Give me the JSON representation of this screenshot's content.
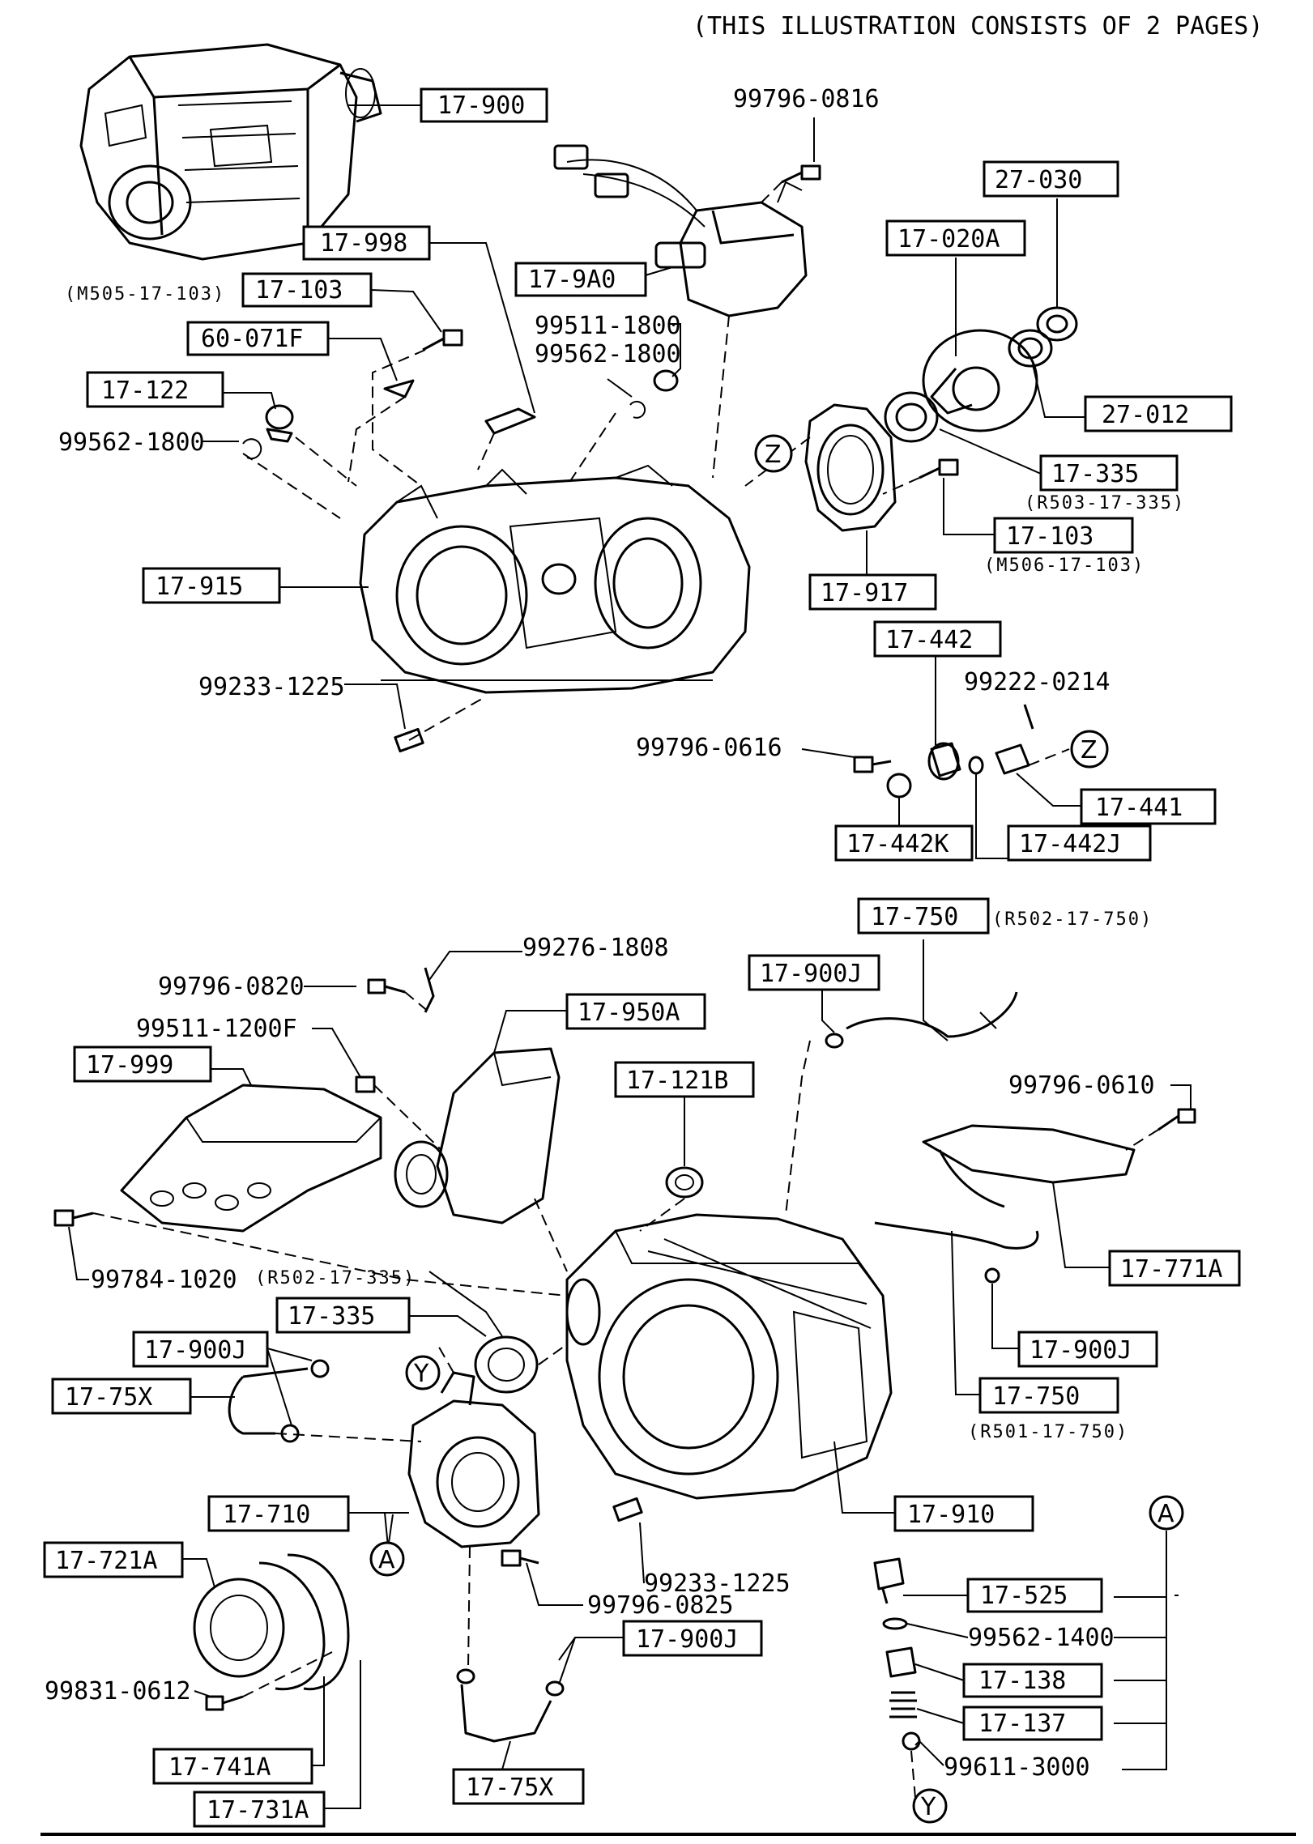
{
  "header": {
    "note": "(THIS ILLUSTRATION CONSISTS OF  2 PAGES)"
  },
  "labels": {
    "p17_900": "17-900",
    "p99796_0816": "99796-0816",
    "p17_998": "17-998",
    "p17_9A0": "17-9A0",
    "p27_030": "27-030",
    "p17_020A": "17-020A",
    "ref_m505": "(M505-17-103)",
    "p17_103a": "17-103",
    "p60_071F": "60-071F",
    "p99511_1800": "99511-1800",
    "p99562_1800a": "99562-1800",
    "p17_122": "17-122",
    "p99562_1800b": "99562-1800",
    "p27_012": "27-012",
    "p17_335a": "17-335",
    "ref_r503": "(R503-17-335)",
    "p17_103b": "17-103",
    "ref_m506": "(M506-17-103)",
    "p17_915": "17-915",
    "p17_917": "17-917",
    "p17_442": "17-442",
    "p99222_0214": "99222-0214",
    "p99233_1225a": "99233-1225",
    "p99796_0616": "99796-0616",
    "p17_441": "17-441",
    "p17_442K": "17-442K",
    "p17_442J": "17-442J",
    "p17_750a": "17-750",
    "ref_r502_750": "(R502-17-750)",
    "p99276_1808": "99276-1808",
    "p99796_0820": "99796-0820",
    "p17_900Ja": "17-900J",
    "p17_950A": "17-950A",
    "p99511_1200F": "99511-1200F",
    "p17_999": "17-999",
    "p17_121B": "17-121B",
    "p99796_0610": "99796-0610",
    "p99784_1020": "99784-1020",
    "ref_r502_335": "(R502-17-335)",
    "p17_771A": "17-771A",
    "p17_335b": "17-335",
    "p17_900Jb": "17-900J",
    "p17_900Jc": "17-900J",
    "p17_75Xa": "17-75X",
    "p17_750b": "17-750",
    "ref_r501": "(R501-17-750)",
    "p17_710": "17-710",
    "p17_910": "17-910",
    "p17_721A": "17-721A",
    "p99233_1225b": "99233-1225",
    "p99796_0825": "99796-0825",
    "p17_525": "17-525",
    "p17_900Jd": "17-900J",
    "p99562_1400": "99562-1400",
    "p99831_0612": "99831-0612",
    "p17_138": "17-138",
    "p17_137": "17-137",
    "p17_741A": "17-741A",
    "p99611_3000": "99611-3000",
    "p17_731A": "17-731A",
    "p17_75Xb": "17-75X"
  },
  "markers": {
    "z1": "Z",
    "z2": "Z",
    "y1": "Y",
    "y2": "Y",
    "a1": "A",
    "a2": "A"
  }
}
